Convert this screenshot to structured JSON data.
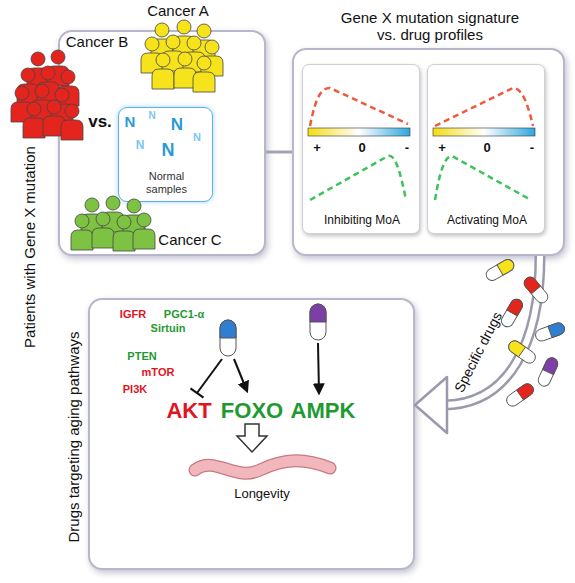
{
  "diagram": {
    "nodes": [
      {
        "text": [
          "Patients with Gene X mutation"
        ]
      },
      {
        "text": [
          "Normal samples"
        ],
        "in": 0
      },
      {
        "text": [
          "Gene X mutation signature vs. drug profiles"
        ]
      },
      {
        "text": [
          "+",
          "0",
          "-",
          "Inhibiting MoA"
        ],
        "in": 2
      },
      {
        "text": [
          "+",
          "0",
          "-",
          "Activating MoA"
        ],
        "in": 2
      },
      {
        "text": [
          "Drugs targeting aging pathways"
        ]
      }
    ],
    "edges": [
      {
        "from": 0,
        "to": 2,
        "arrow": "none"
      },
      {
        "from": 2,
        "to": 5,
        "arrow": "to",
        "label": "Specific drugs"
      }
    ],
    "labels": [
      "Cancer A",
      "Cancer B",
      "vs.",
      "Cancer C",
      "N",
      "N",
      "N",
      "N",
      "N",
      "N",
      "IGFR",
      "PGC1-α",
      "Sirtuin",
      "PTEN",
      "mTOR",
      "PI3K",
      "AKT",
      "FOXO",
      "AMPK",
      "Longevity"
    ]
  }
}
